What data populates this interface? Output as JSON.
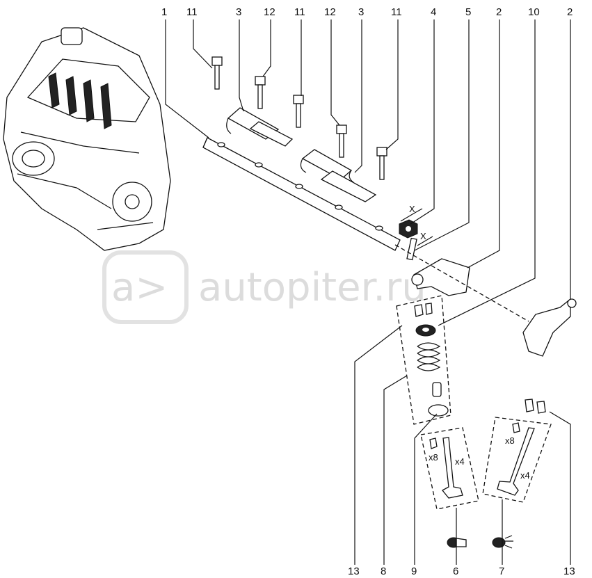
{
  "watermark": {
    "text": "autopiter.ru"
  },
  "callouts_top": [
    "1",
    "11",
    "3",
    "12",
    "11",
    "12",
    "3",
    "11",
    "4",
    "5",
    "2",
    "10",
    "2"
  ],
  "callouts_bottom": [
    "13",
    "8",
    "9",
    "6",
    "7",
    "13"
  ],
  "dimension_label": "X",
  "kit_labels": {
    "left_x8": "x8",
    "left_x4": "x4",
    "right_x8": "x8",
    "right_x4": "x4"
  }
}
